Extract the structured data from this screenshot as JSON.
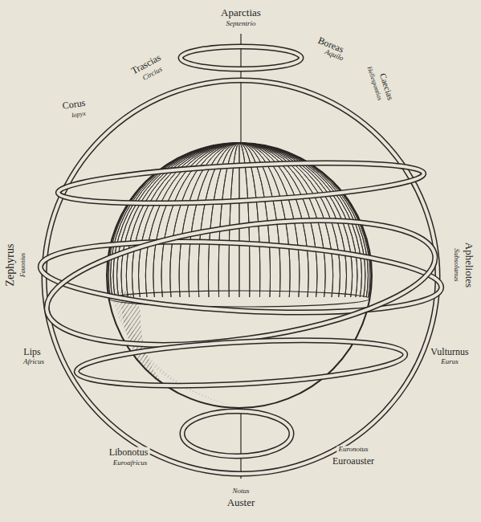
{
  "diagram": {
    "labels": [
      "Aparctias",
      "Septentrio",
      "Boreas",
      "Aquilo",
      "Trascias",
      "Circius",
      "Hellespontias",
      "Caecias",
      "Corus",
      "Iapyx",
      "Zephyrus",
      "Fauonius",
      "Apheliotes",
      "Subsolanus",
      "Lips",
      "Africus",
      "Vulturnus",
      "Eurus",
      "Libonotus",
      "Euroafricus",
      "Euronotus",
      "Euroauster",
      "Notus",
      "Auster"
    ]
  }
}
